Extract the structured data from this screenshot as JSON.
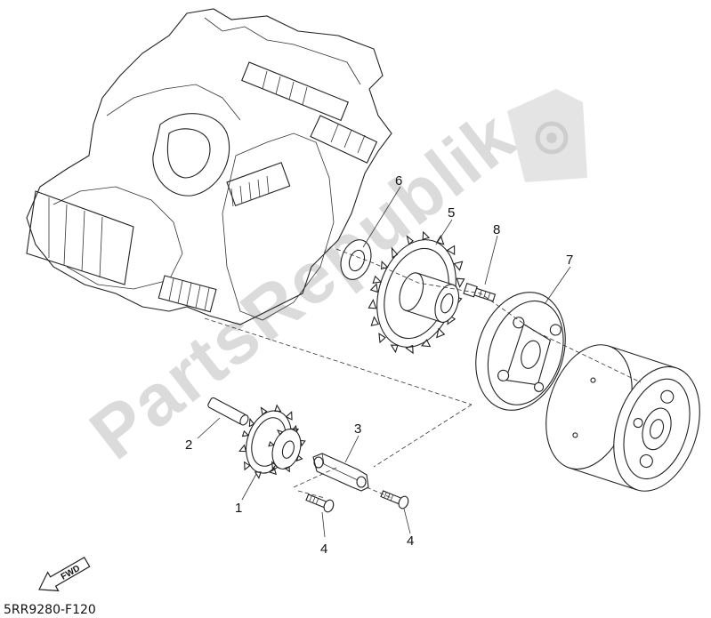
{
  "diagram": {
    "code": "5RR9280-F120",
    "watermark": "PartsRepublik",
    "fwd_label": "FWD",
    "callouts": [
      {
        "id": "1",
        "label": "1"
      },
      {
        "id": "2",
        "label": "2"
      },
      {
        "id": "3",
        "label": "3"
      },
      {
        "id": "4a",
        "label": "4"
      },
      {
        "id": "4b",
        "label": "4"
      },
      {
        "id": "5",
        "label": "5"
      },
      {
        "id": "6",
        "label": "6"
      },
      {
        "id": "7",
        "label": "7"
      },
      {
        "id": "8",
        "label": "8"
      }
    ]
  }
}
